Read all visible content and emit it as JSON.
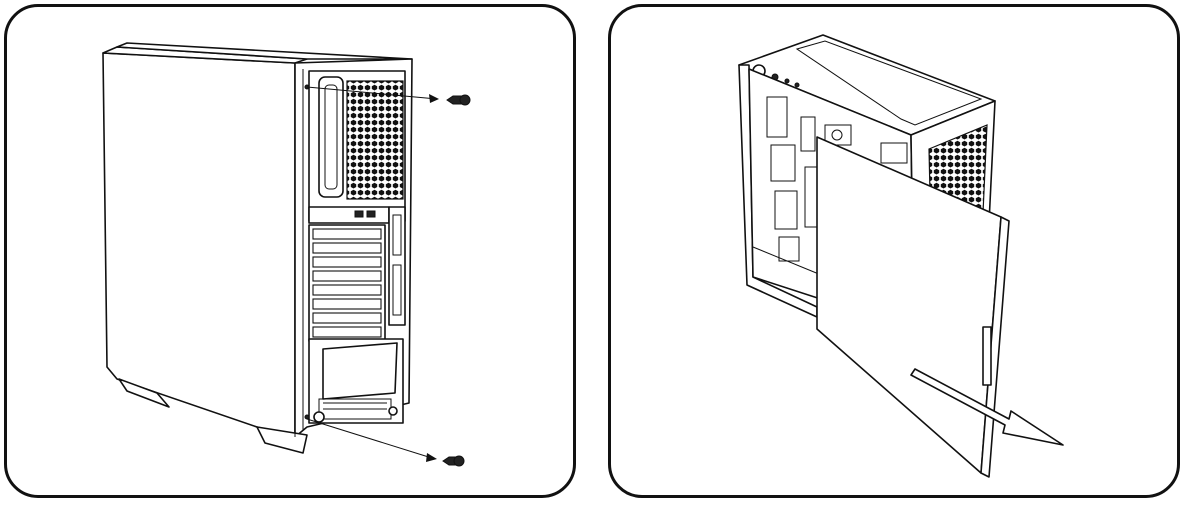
{
  "steps": [
    {
      "id": "step-1",
      "illustration": "remove-rear-thumbscrews",
      "screws": 2
    },
    {
      "id": "step-2",
      "illustration": "slide-off-side-panel"
    }
  ],
  "colors": {
    "line": "#111111",
    "background": "#ffffff"
  }
}
